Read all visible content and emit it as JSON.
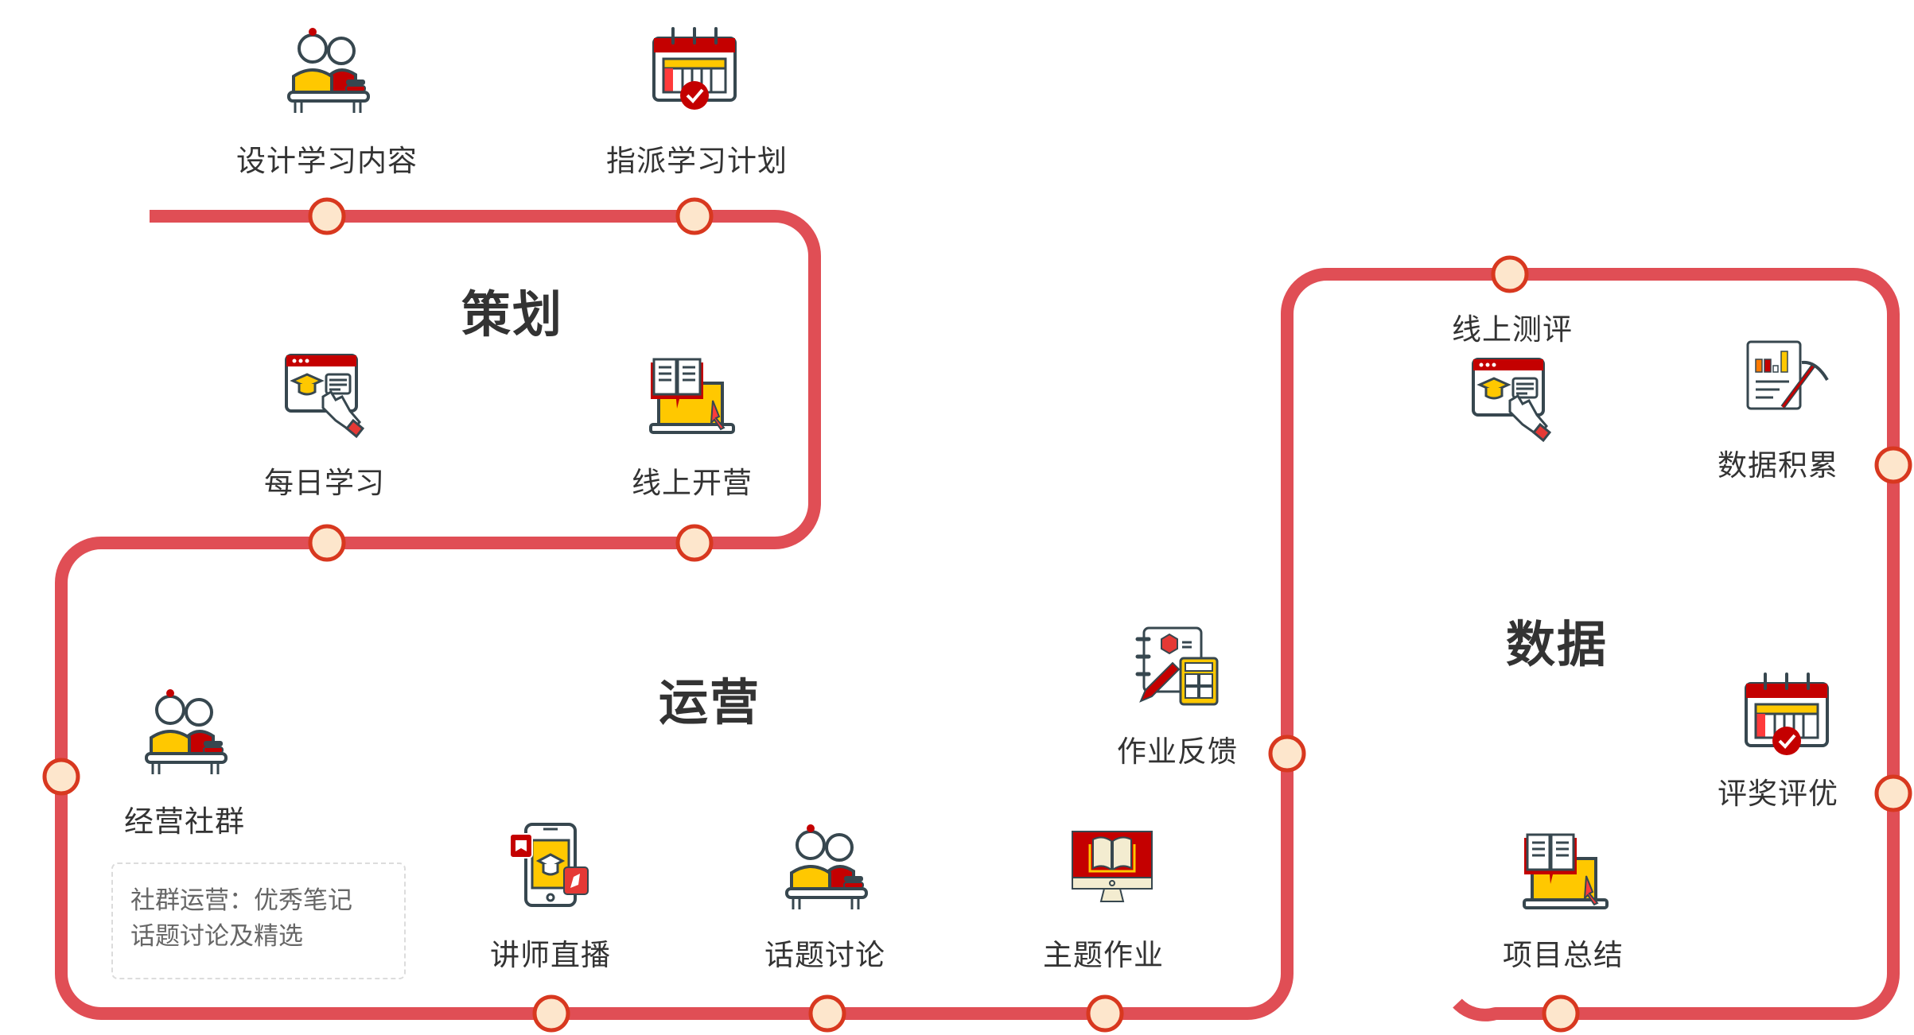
{
  "colors": {
    "track": "#e04e55",
    "node_border": "#d8381f",
    "node_fill": "#fde6cc",
    "text": "#333333",
    "note_text": "#666666",
    "icon_red": "#c40000",
    "icon_yellow": "#ffc800",
    "icon_outline": "#37474f"
  },
  "phases": [
    {
      "id": "planning",
      "title": "策划"
    },
    {
      "id": "operations",
      "title": "运营"
    },
    {
      "id": "data",
      "title": "数据"
    }
  ],
  "steps": [
    {
      "phase": "planning",
      "label": "设计学习内容",
      "icon": "students-icon"
    },
    {
      "phase": "planning",
      "label": "指派学习计划",
      "icon": "calendar-check-icon"
    },
    {
      "phase": "planning",
      "label": "每日学习",
      "icon": "online-course-click-icon"
    },
    {
      "phase": "planning",
      "label": "线上开营",
      "icon": "laptop-book-icon"
    },
    {
      "phase": "operations",
      "label": "经营社群",
      "icon": "students-icon"
    },
    {
      "phase": "operations",
      "label": "讲师直播",
      "icon": "mobile-course-icon"
    },
    {
      "phase": "operations",
      "label": "话题讨论",
      "icon": "students-icon"
    },
    {
      "phase": "operations",
      "label": "主题作业",
      "icon": "monitor-book-icon"
    },
    {
      "phase": "operations",
      "label": "作业反馈",
      "icon": "notebook-calculator-icon"
    },
    {
      "phase": "data",
      "label": "线上测评",
      "icon": "online-course-click-icon"
    },
    {
      "phase": "data",
      "label": "数据积累",
      "icon": "report-pickaxe-icon"
    },
    {
      "phase": "data",
      "label": "评奖评优",
      "icon": "calendar-check-icon"
    },
    {
      "phase": "data",
      "label": "项目总结",
      "icon": "laptop-book-icon"
    }
  ],
  "note": {
    "lines": [
      "社群运营：优秀笔记",
      "话题讨论及精选"
    ]
  }
}
